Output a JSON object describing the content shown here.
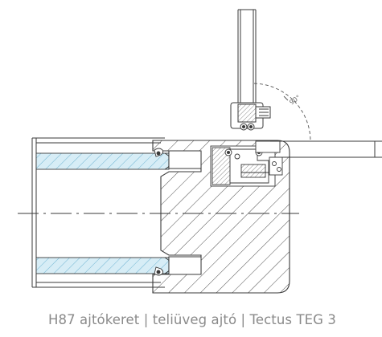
{
  "caption": "H87 ajtókeret | teliüveg ajtó | Tectus TEG 3",
  "angle_label": "90°",
  "colors": {
    "line": "#3a3a3a",
    "glass_fill": "#c9e6f2",
    "glass_hatch": "#6fb4d2",
    "caption_text": "#8a8a8a",
    "background": "#ffffff"
  },
  "icons": {
    "door-leaf": "cad-section",
    "hinge": "cad-hinge",
    "glass-pane": "hatched-rect",
    "frame-section": "hatched-block",
    "swing-arc": "dashed-arc"
  }
}
